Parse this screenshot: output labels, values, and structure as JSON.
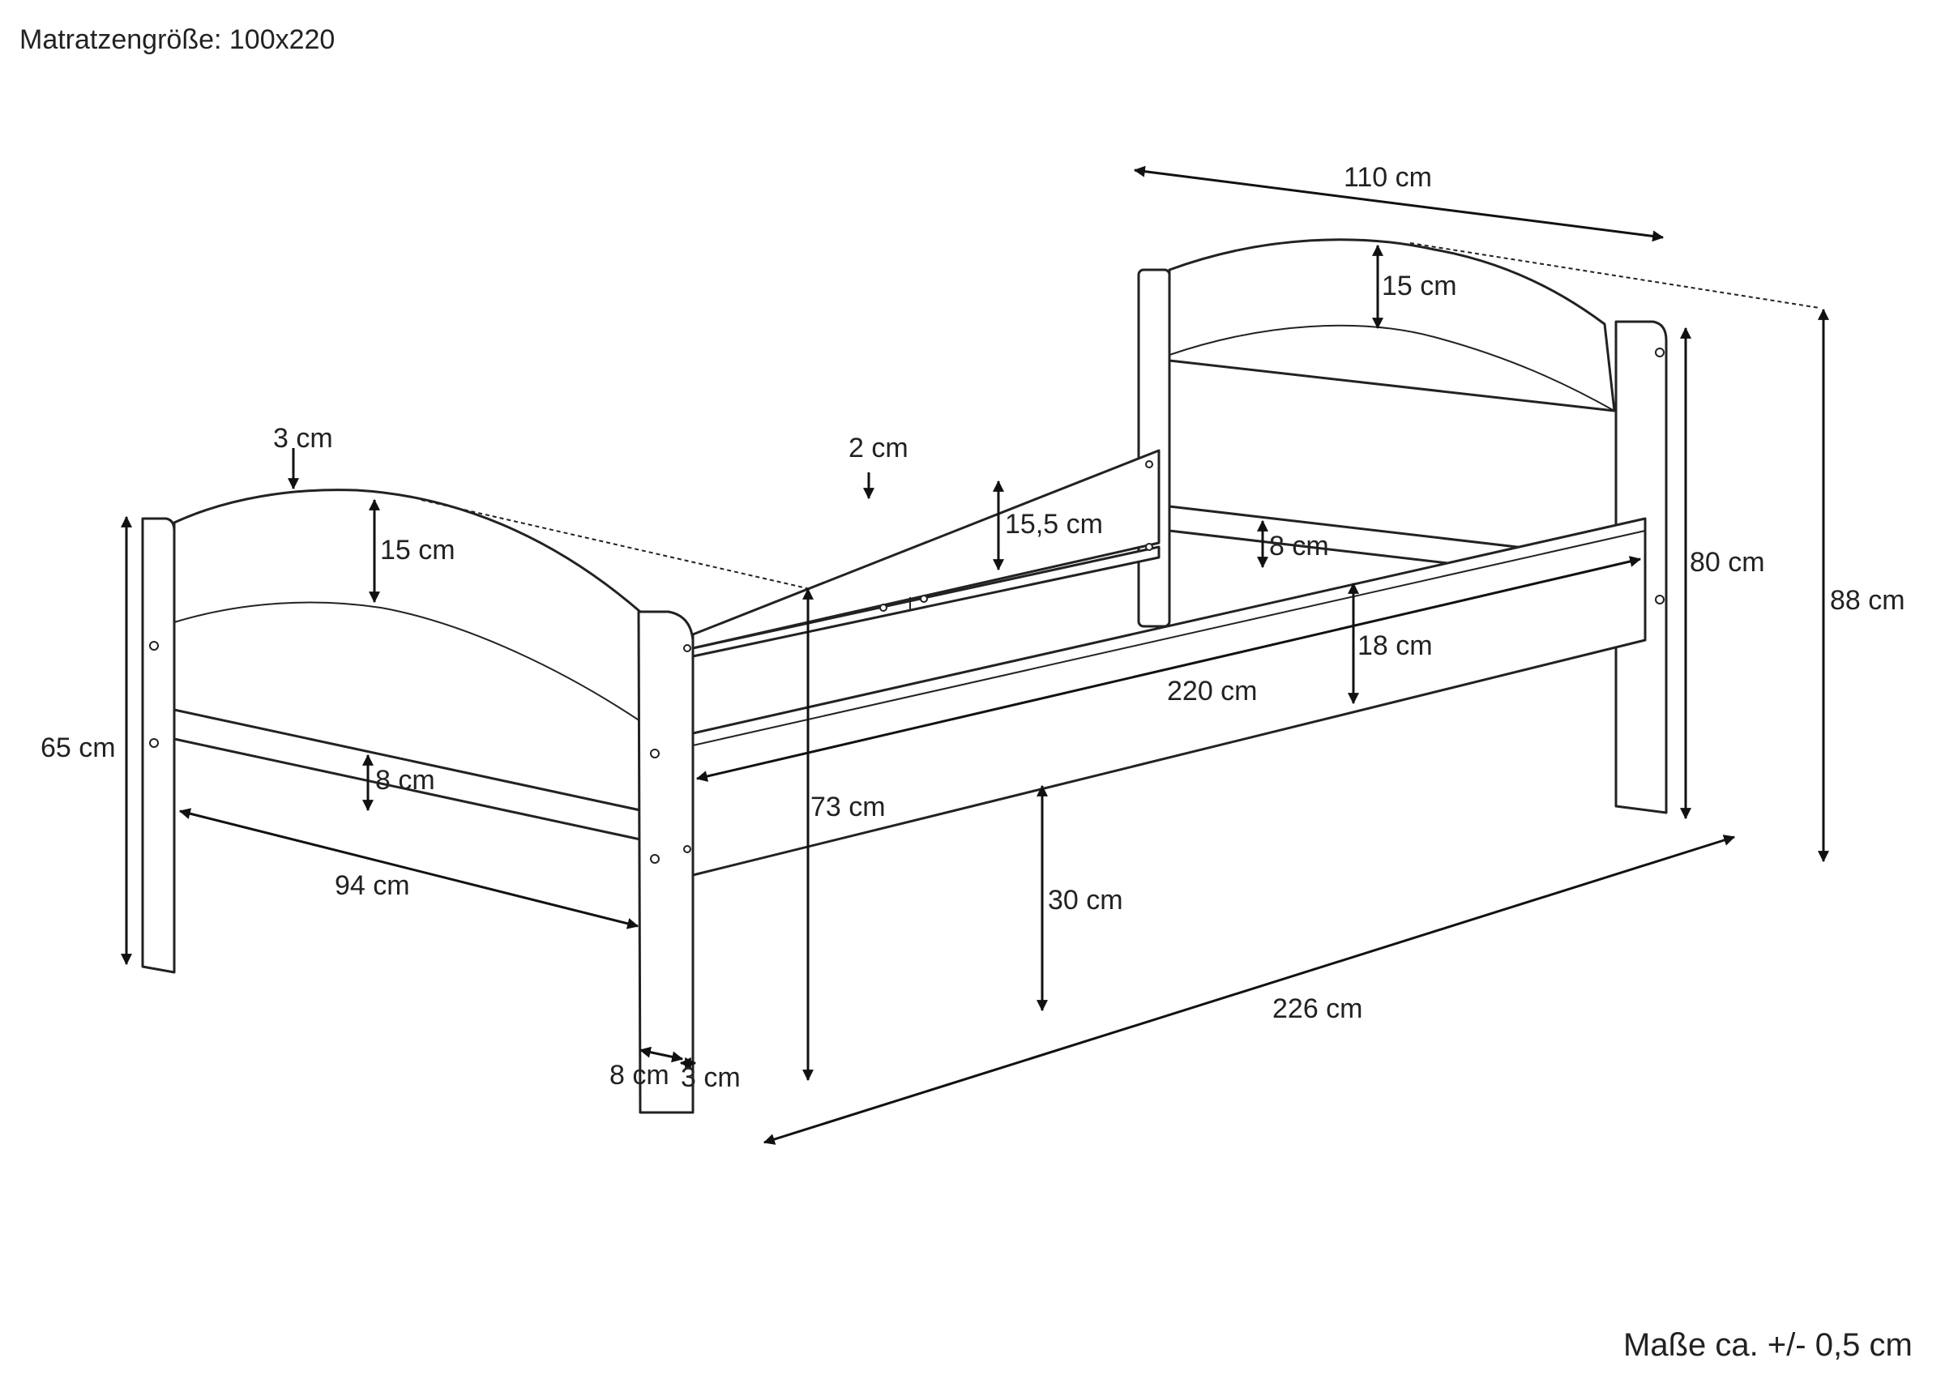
{
  "header": {
    "mattress_size": "Matratzengröße: 100x220"
  },
  "footer": {
    "tolerance": "Maße ca. +/- 0,5 cm"
  },
  "dimensions": {
    "headboard_width": "110 cm",
    "head_panel_arch": "15 cm",
    "head_inner_height": "80 cm",
    "head_total_height": "88 cm",
    "head_crossbar": "8 cm",
    "side_rail_height": "18 cm",
    "inner_length": "220 cm",
    "outer_length": "226 cm",
    "clearance": "30 cm",
    "rail_height_total": "73 cm",
    "back_rail_thickness": "2 cm",
    "back_rail_height": "15,5 cm",
    "foot_panel_arch": "15 cm",
    "foot_top_thickness": "3 cm",
    "foot_height": "65 cm",
    "foot_crossbar": "8 cm",
    "foot_inner_width": "94 cm",
    "leg_width": "8 cm",
    "leg_depth": "3 cm"
  }
}
